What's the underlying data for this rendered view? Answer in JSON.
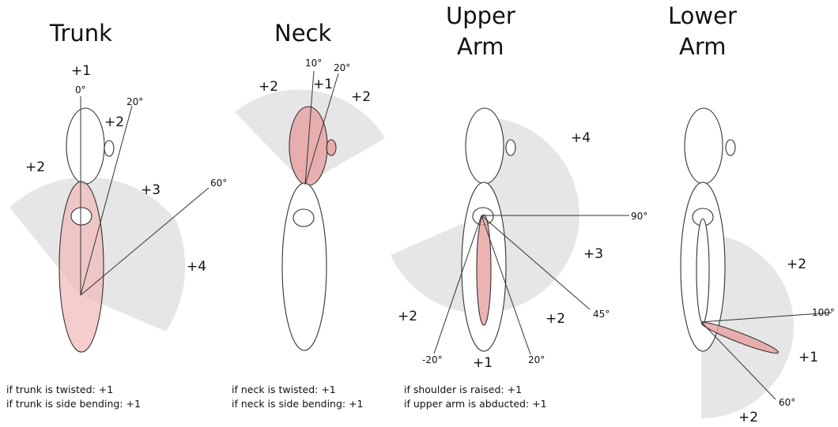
{
  "panels": {
    "trunk": {
      "title": "Trunk",
      "scores": [
        "+1",
        "+2",
        "+2",
        "+3",
        "+4"
      ],
      "angles": [
        "0°",
        "20°",
        "60°"
      ],
      "notes": [
        "if trunk is twisted: +1",
        "if trunk is side bending: +1"
      ]
    },
    "neck": {
      "title": "Neck",
      "scores": [
        "+2",
        "+1",
        "+2"
      ],
      "angles": [
        "10°",
        "20°"
      ],
      "notes": [
        "if neck is twisted: +1",
        "if neck is side bending: +1"
      ]
    },
    "upper_arm": {
      "title_lines": [
        "Upper",
        "Arm"
      ],
      "scores": [
        "+4",
        "+3",
        "+2",
        "+2",
        "+1"
      ],
      "angles": [
        "90°",
        "45°",
        "-20°",
        "20°"
      ],
      "notes": [
        "if shoulder is raised: +1",
        "if upper arm is abducted: +1"
      ]
    },
    "lower_arm": {
      "title_lines": [
        "Lower",
        "Arm"
      ],
      "scores": [
        "+2",
        "+1",
        "+2"
      ],
      "angles": [
        "100°",
        "60°"
      ]
    }
  },
  "colors": {
    "zone_fill": "#e6e6e6",
    "segment_fill": "#f2b8b8",
    "outline": "#333333"
  }
}
